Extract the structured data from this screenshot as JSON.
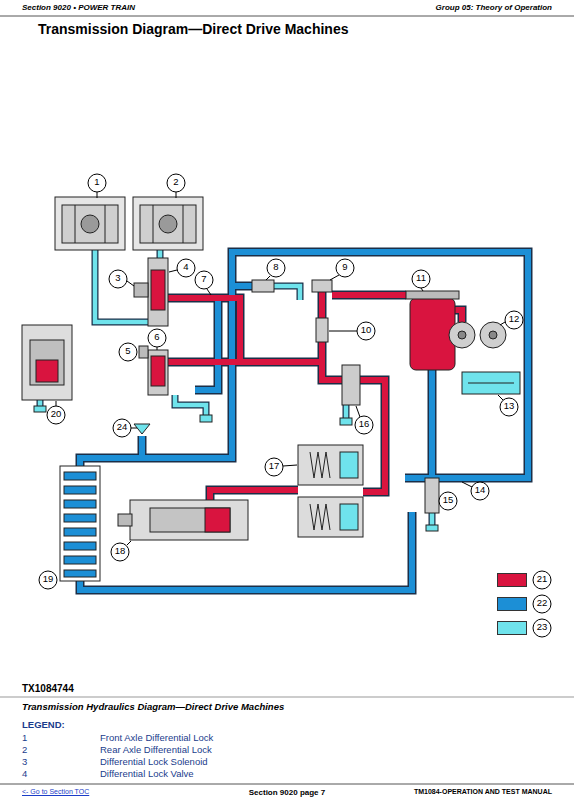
{
  "diagram": {
    "title": "Transmission Diagram—Direct Drive Machines",
    "caption": "Transmission Hydraulics Diagram—Direct Drive Machines",
    "labels": [
      "Section 9020 • POWER TRAIN",
      "Group 05: Theory of Operation",
      "1",
      "2",
      "3",
      "4",
      "5",
      "6",
      "7",
      "8",
      "9",
      "10",
      "11",
      "12",
      "13",
      "14",
      "15",
      "16",
      "17",
      "18",
      "19",
      "20",
      "24",
      "TX1084744",
      "LEGEND:",
      "1",
      "Front Axle Differential Lock",
      "2",
      "Rear Axle Differential Lock",
      "3",
      "Differential Lock Solenoid",
      "4",
      "Differential Lock Valve",
      "<- Go to Section TOC",
      "Section 9020 page 7",
      "TM1084-OPERATION AND TEST MANUAL"
    ],
    "legend": [
      {
        "text": "21",
        "color": "#d9143f"
      },
      {
        "text": "22",
        "color": "#1c8fd6"
      },
      {
        "text": "23",
        "color": "#6fe3ec"
      }
    ]
  }
}
